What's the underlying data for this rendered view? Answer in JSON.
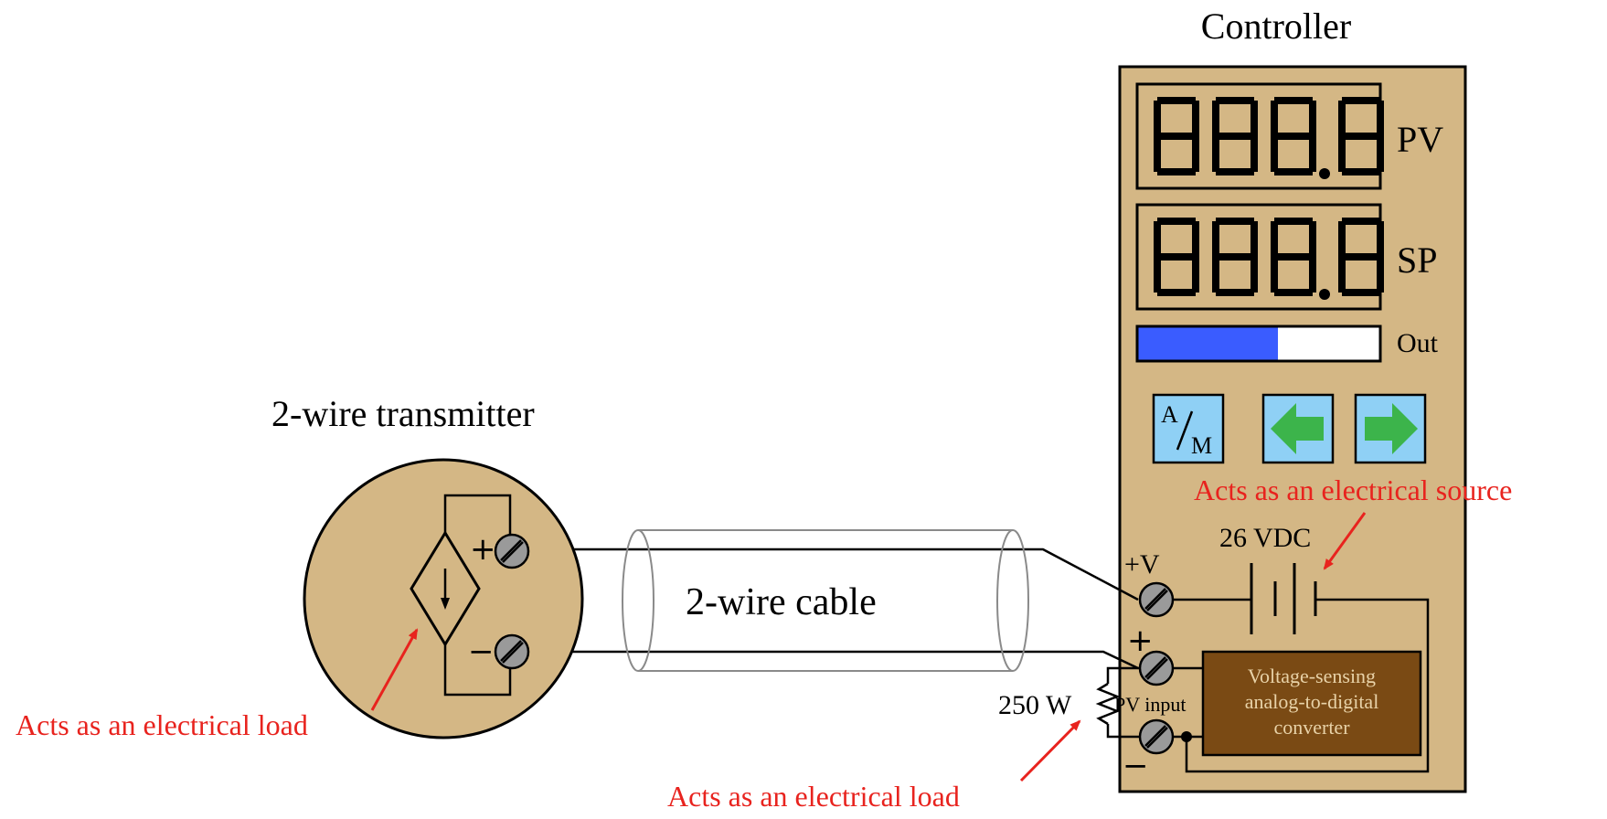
{
  "controller": {
    "title": "Controller",
    "pv_label": "PV",
    "sp_label": "SP",
    "out_label": "Out",
    "pv_display": "888.8",
    "sp_display": "888.8",
    "output_fraction": 0.58,
    "am_button": {
      "top": "A",
      "bottom": "M"
    },
    "left_button": "left-arrow-icon",
    "right_button": "right-arrow-icon",
    "colors": {
      "panel": "#d4b785",
      "bar_fill": "#3a5cff",
      "button": "#8fd0f5",
      "arrow": "#3cb44b",
      "converter": "#7a4a14"
    }
  },
  "supply": {
    "label": "26 VDC",
    "terminal_label": "+V"
  },
  "pv_input": {
    "label": "PV input",
    "plus": "+",
    "minus": "−"
  },
  "resistor": {
    "label": "250 W"
  },
  "converter": {
    "lines": [
      "Voltage-sensing",
      "analog-to-digital",
      "converter"
    ]
  },
  "transmitter": {
    "title": "2-wire transmitter",
    "plus": "+",
    "minus": "−"
  },
  "cable": {
    "label": "2-wire cable"
  },
  "annotations": {
    "source": "Acts as an electrical source",
    "load_transmitter": "Acts as an electrical load",
    "load_resistor": "Acts as an electrical load"
  }
}
